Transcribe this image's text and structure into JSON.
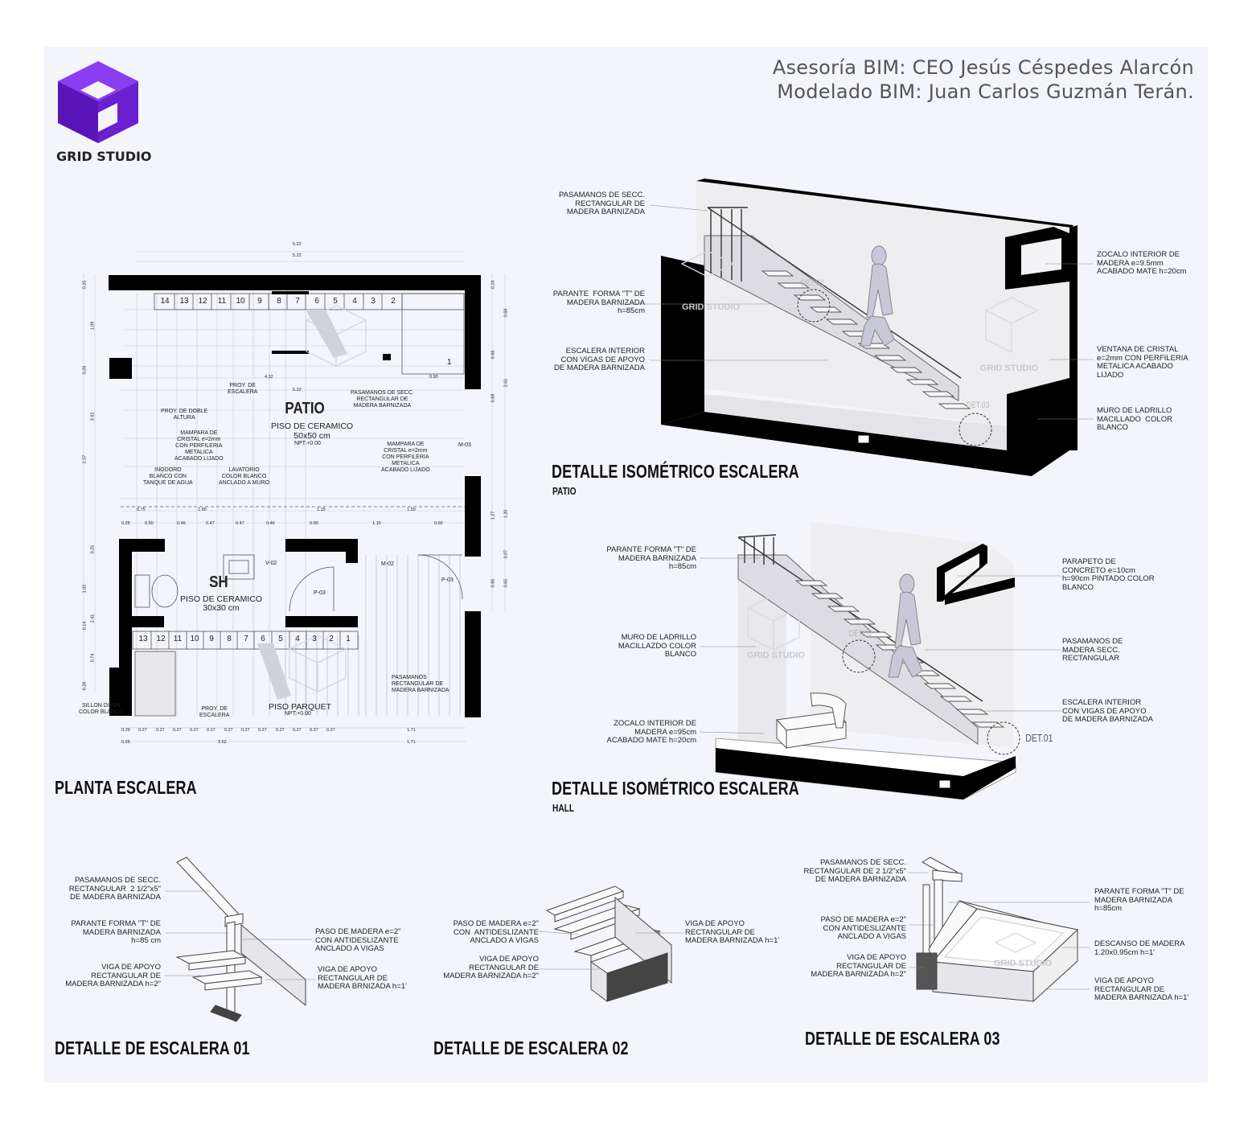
{
  "header": {
    "credit_line1": "Asesoría BIM: CEO Jesús Céspedes Alarcón",
    "credit_line2": "Modelado BIM: Juan Carlos Guzmán Terán.",
    "brand": "GRID STUDIO",
    "logo_color": "#6a1fd1"
  },
  "plan": {
    "title": "PLANTA ESCALERA",
    "room1_name": "PATIO",
    "room1_floor": "PISO DE CERAMICO\n50x50 cm",
    "room1_level": "NPT.+0.00",
    "room2_name": "SH",
    "room2_floor": "PISO DE CERAMICO\n30x30 cm",
    "room3_floor": "PISO PARQUET",
    "room3_level": "NPT.+0.00",
    "steps_top": [
      "14",
      "13",
      "12",
      "11",
      "10",
      "9",
      "8",
      "7",
      "6",
      "5",
      "4",
      "3",
      "2"
    ],
    "steps_top_last": "1",
    "steps_bottom": [
      "13",
      "12",
      "11",
      "10",
      "9",
      "8",
      "7",
      "6",
      "5",
      "4",
      "3",
      "2",
      "1"
    ],
    "labels": {
      "proy_escalera_top": "PROY. DE\nESCALERA",
      "proy_doble_altura": "PROY. DE DOBLE\nALTURA",
      "pasamanos_top": "PASAMANOS DE SECC.\nRECTANGULAR DE\nMADERA BARNIZADA",
      "mampara_left": "MAMPARA DE\nCRISTAL e=2mm\nCON PERFILERIA\nMETALICA\nACABADO LIJADO",
      "mampara_right": "MAMPARA DE\nCRISTAL e=2mm\nCON PERFILERIA\nMETALICA\nACABADO LIJADO",
      "inodoro": "INODORO\nBLANCO CON\nTANQUE DE AGUA",
      "lavatorio": "LAVATORIO\nCOLOR BLANCO\nANCLADO A MURO",
      "sillon": "SILLON DIVAN\nCOLOR BLANCO",
      "proy_escalera_bottom": "PROY. DE\nESCALERA",
      "pasamanos_bottom": "PASAMANOS\nRECTANGULAR DE\nMADERA BARNIZADA",
      "m03": "M-03",
      "m02": "M-02",
      "v02": "V-02",
      "p03a": "P-03",
      "p03b": "P-03"
    },
    "dims_top": [
      "5.22",
      "5.22",
      "4.32",
      "5.22",
      "0.90"
    ],
    "dims_mid_row1": [
      "0.75",
      "1.90",
      "1.15",
      "1.59"
    ],
    "dims_mid_row2": [
      "0.25",
      "0.50",
      "0.46",
      "0.47",
      "0.47",
      "0.46",
      "0.90",
      "1.10",
      "0.65"
    ],
    "dims_bottom_row1": [
      "0.29",
      "0.27",
      "0.27",
      "0.27",
      "0.27",
      "0.27",
      "0.27",
      "0.27",
      "0.27",
      "0.27",
      "0.27",
      "0.27",
      "0.27",
      "1.71"
    ],
    "dims_bottom_row2": [
      "0.26",
      "3.52",
      "1.71"
    ],
    "dims_left": [
      "0.25",
      "1.09",
      "0.26",
      "3.92",
      "2.57",
      "0.25",
      "1.02",
      "2.41",
      "0.14",
      "0.74",
      "0.26"
    ],
    "dims_right": [
      "0.24",
      "0.68",
      "0.68",
      "2.61",
      "0.69",
      "1.20",
      "1.27",
      "0.07",
      "0.65",
      "0.65"
    ]
  },
  "iso_patio": {
    "title": "DETALLE ISOMÉTRICO ESCALERA",
    "subtitle": "PATIO",
    "notes": {
      "pasamanos": "PASAMANOS DE SECC.\nRECTANGULAR DE\nMADERA BARNIZADA",
      "parante": "PARANTE  FORMA \"T\" DE\nMADERA BARNIZADA\nh=85cm",
      "escalera": "ESCALERA INTERIOR\nCON VIGAS DE APOYO\nDE MADERA BARNIZADA",
      "zocalo": "ZOCALO INTERIOR DE\nMADERA e=9.5mm\nACABADO MATE h=20cm",
      "ventana": "VENTANA DE CRISTAL\ne=2mm CON PERFILERIA\nMETALICA ACABADO\nLIJADO",
      "muro": "MURO DE LADRILLO\nMACILLADO  COLOR\nBLANCO"
    },
    "det_a": "DET.02",
    "det_b": "DET.03",
    "watermark": "GRID STUDIO"
  },
  "iso_hall": {
    "title": "DETALLE ISOMÉTRICO ESCALERA",
    "subtitle": "HALL",
    "notes": {
      "parante": "PARANTE FORMA \"T\" DE\nMADERA BARNIZADA\nh=85cm",
      "muro": "MURO DE LADRILLO\nMACILLAZDO COLOR\nBLANCO",
      "zocalo": "ZOCALO INTERIOR DE\nMADERA e=95cm\nACABADO MATE h=20cm",
      "parapeto": "PARAPETO DE\nCONCRETO e=10cm\nh=90cm PINTADO COLOR\nBLANCO",
      "pasamanos": "PASAMANOS DE\nMADERA SECC.\nRECTANGULAR",
      "escalera": "ESCALERA INTERIOR\nCON VIGAS DE APOYO\nDE MADERA BARNIZADA"
    },
    "det_a": "DET.02",
    "det_b": "DET.01",
    "watermark": "GRID STUDIO"
  },
  "det01": {
    "title": "DETALLE DE ESCALERA 01",
    "notes": {
      "pasamanos": "PASAMANOS DE SECC.\nRECTANGULAR  2 1/2\"x5\"\nDE MADERA BARNIZADA",
      "parante": "PARANTE FORMA \"T\" DE\nMADERA BARNIZADA\nh=85 cm",
      "viga_left": "VIGA DE APOYO\nRECTANGULAR DE\nMADERA BARNIZADA h=2\"",
      "paso": "PASO DE MADERA e=2\"\nCON ANTIDESLIZANTE\nANCLADO A VIGAS",
      "viga_right": "VIGA DE APOYO\nRECTANGULAR DE\nMADERA BRNIZADA h=1'"
    }
  },
  "det02": {
    "title": "DETALLE DE ESCALERA 02",
    "notes": {
      "paso": "PASO DE MADERA e=2\"\nCON  ANTIDESLIZANTE\nANCLADO A VIGAS",
      "viga_left": "VIGA DE APOYO\nRECTANGULAR DE\nMADERA BARNIZADA h=2\"",
      "viga_right": "VIGA DE APOYO\nRECTANGULAR DE\nMADERA BARNIZADA h=1'"
    }
  },
  "det03": {
    "title": "DETALLE DE ESCALERA 03",
    "notes": {
      "pasamanos": "PASAMANOS DE SECC.\nRECTANGULAR DE 2 1/2\"x5\"\nDE MADERA BARNIZADA",
      "paso": "PASO DE MADERA e=2\"\nCON ANTIDESLIZANTE\nANCLADO A VIGAS",
      "viga_left": "VIGA DE APOYO\nRECTANGULAR DE\nMADERA BARNIZADA h=2\"",
      "parante": "PARANTE FORMA \"T\" DE\nMADERA BARNIZADA\nh=85cm",
      "descanso": "DESCANSO DE MADERA\n1.20x0.95cm h=1'",
      "viga_right": "VIGA DE APOYO\nRECTANGULAR DE\nMADERA BARNIZADA h=1'"
    }
  }
}
